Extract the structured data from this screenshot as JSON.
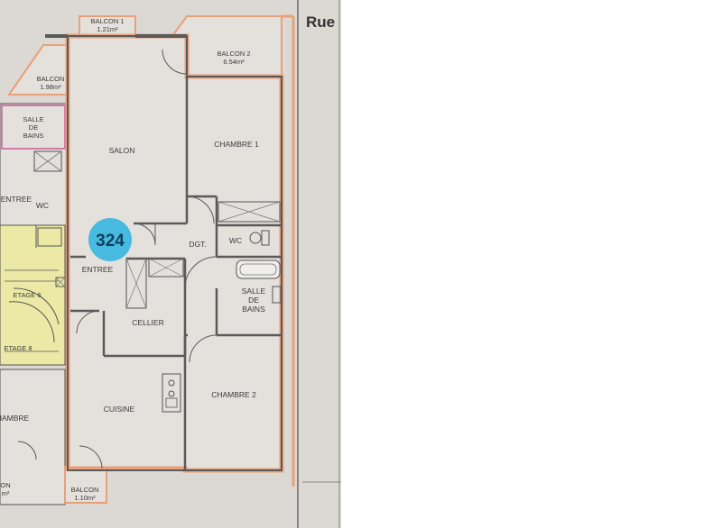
{
  "street_label": "Rue",
  "apartment_number": "324",
  "rooms": {
    "balcon1": {
      "name": "BALCON 1",
      "area": "1.21m²"
    },
    "balcon2": {
      "name": "BALCON 2",
      "area": "6.54m²"
    },
    "balcon_left": {
      "name": "BALCON",
      "area": "1.98m²"
    },
    "salle_bains_left": {
      "line1": "SALLE",
      "line2": "DE",
      "line3": "BAINS"
    },
    "salon": "SALON",
    "chambre1": "CHAMBRE 1",
    "entree_left": "ENTREE",
    "wc_left": "WC",
    "dgt": "DGT.",
    "wc": "WC",
    "entree": "ENTREE",
    "etage6": "ETAGE 6",
    "etage8": "ETAGE 8",
    "salle_bains": {
      "line1": "SALLE",
      "line2": "DE",
      "line3": "BAINS"
    },
    "cellier": "CELLIER",
    "cuisine": "CUISINE",
    "chambre2": "CHAMBRE 2",
    "chambre_left": "HAMBRE",
    "balcon_bottom_left": {
      "name": "ON",
      "area": "m²"
    },
    "balcon_bottom": {
      "name": "BALCON",
      "area": "1.10m²"
    }
  },
  "colors": {
    "paper": "#dcd8d3",
    "room_fill": "#e4e0dc",
    "wall_outline": "#e8a07a",
    "wall": "#5a5a5a",
    "stair_fill": "#ece9a6",
    "badge": "#39b6e0",
    "badge_text": "#0d3e5c",
    "bath_accent": "#d27ba9"
  }
}
